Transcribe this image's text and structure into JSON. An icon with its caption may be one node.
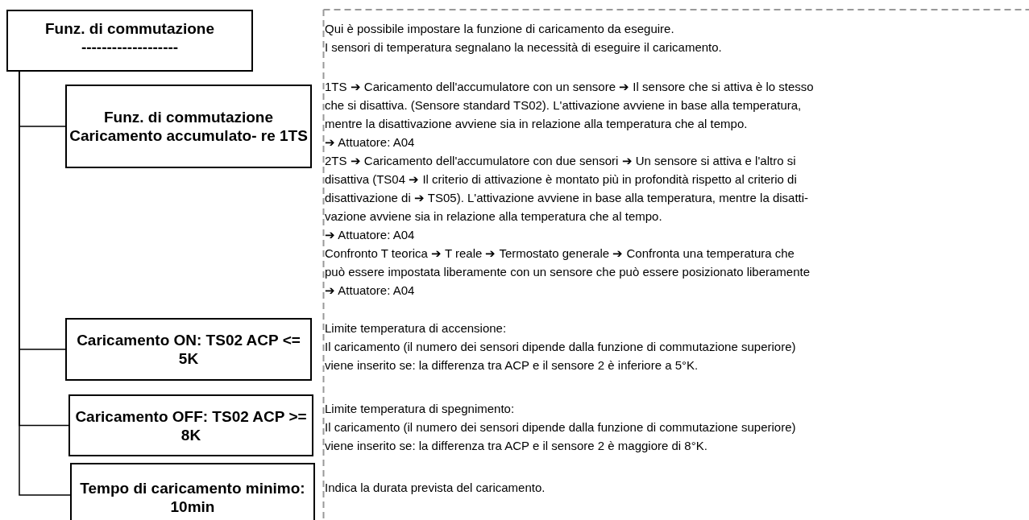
{
  "diagram": {
    "nodes": [
      {
        "text": [
          "Funz. di commutazione",
          "-------------------"
        ]
      },
      {
        "text": [
          "Funz. di commutazione Caricamento accumulato- re  1TS"
        ]
      },
      {
        "text": [
          "Caricamento ON: TS02 ACP <= 5K"
        ]
      },
      {
        "text": [
          "Caricamento OFF: TS02 ACP >= 8K"
        ]
      },
      {
        "text": [
          "Tempo di caricamento minimo:  10min"
        ]
      }
    ],
    "edges": [
      {
        "from": 0,
        "to": 1,
        "arrow": "none"
      },
      {
        "from": 0,
        "to": 2,
        "arrow": "none"
      },
      {
        "from": 0,
        "to": 3,
        "arrow": "none"
      },
      {
        "from": 0,
        "to": 4,
        "arrow": "none"
      }
    ],
    "labels": [
      "Qui è possibile impostare la funzione di caricamento da eseguire.",
      "I sensori di temperatura segnalano la necessità di eseguire il caricamento.",
      "1TS ➔ Caricamento dell'accumulatore con un sensore ➔ Il sensore che si attiva è lo stesso",
      "che si disattiva. (Sensore standard TS02). L'attivazione avviene in base alla temperatura,",
      "mentre la disattivazione avviene sia in relazione alla temperatura che al tempo.",
      "➔ Attuatore: A04",
      "2TS ➔ Caricamento dell'accumulatore con due sensori ➔ Un sensore si attiva e l'altro si",
      "disattiva (TS04 ➔ Il criterio di attivazione è montato più in profondità rispetto al criterio di",
      "disattivazione di ➔ TS05). L'attivazione avviene in base alla temperatura, mentre la disatti-",
      "vazione avviene sia in relazione alla temperatura che al tempo.",
      "➔ Attuatore: A04",
      "Confronto T teorica ➔ T reale ➔ Termostato generale ➔ Confronta una temperatura che",
      "può essere impostata liberamente con un sensore che può essere posizionato liberamente",
      "➔ Attuatore: A04",
      "Limite temperatura di accensione:",
      "Il caricamento (il numero dei sensori dipende dalla funzione di commutazione superiore)",
      "viene inserito se: la differenza tra ACP e il sensore 2 è inferiore a 5°K.",
      "Limite temperatura di spegnimento:",
      "Il caricamento (il numero dei sensori dipende dalla funzione di commutazione superiore)",
      "viene inserito se: la differenza tra ACP e il sensore 2 è maggiore di 8°K.",
      "Indica la durata prevista del caricamento."
    ]
  }
}
